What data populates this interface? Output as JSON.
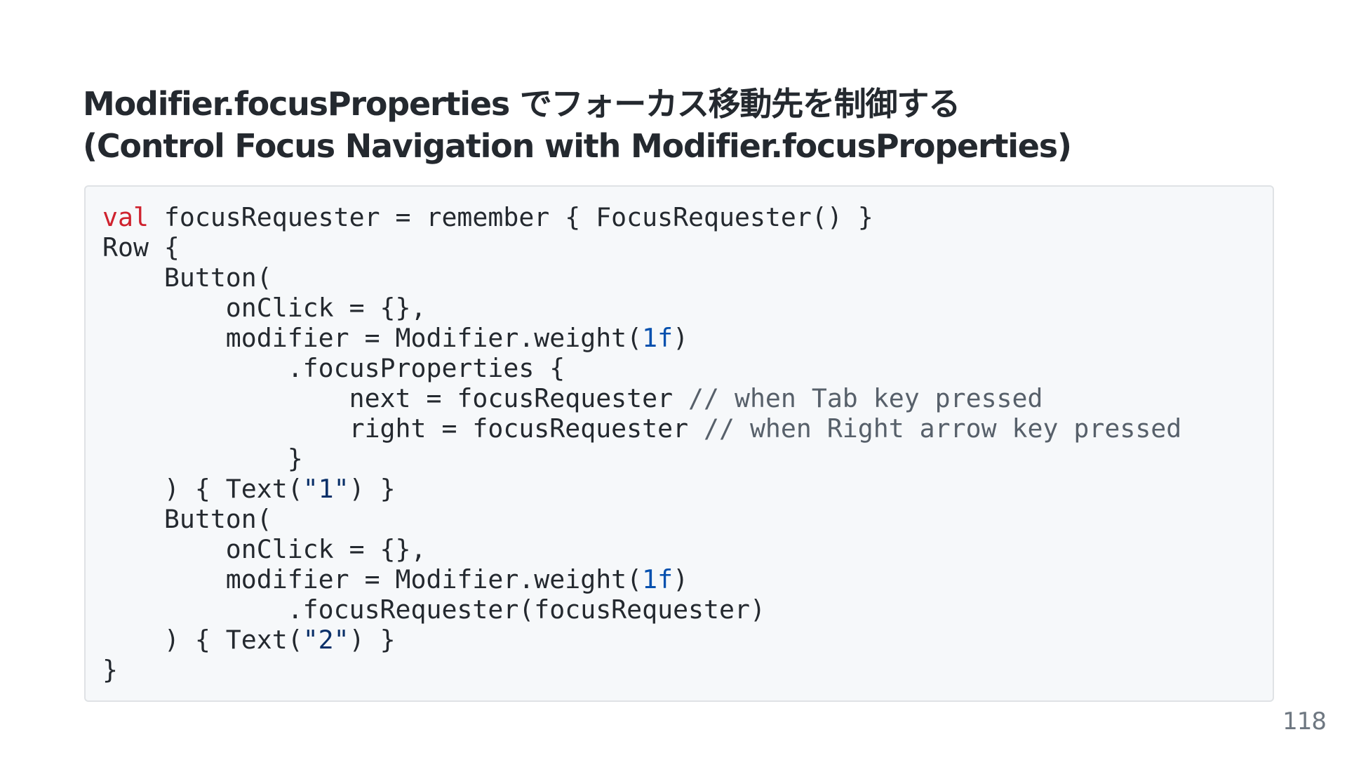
{
  "title": {
    "line1": "Modifier.focusProperties でフォーカス移動先を制御する",
    "line2": "(Control Focus Navigation with Modifier.focusProperties)"
  },
  "code": {
    "language": "kotlin",
    "lines": [
      [
        {
          "t": "keyword",
          "v": "val"
        },
        {
          "t": "plain",
          "v": " focusRequester = remember { FocusRequester() }"
        }
      ],
      [
        {
          "t": "plain",
          "v": "Row {"
        }
      ],
      [
        {
          "t": "plain",
          "v": "    Button("
        }
      ],
      [
        {
          "t": "plain",
          "v": "        onClick = {},"
        }
      ],
      [
        {
          "t": "plain",
          "v": "        modifier = Modifier.weight("
        },
        {
          "t": "number",
          "v": "1f"
        },
        {
          "t": "plain",
          "v": ")"
        }
      ],
      [
        {
          "t": "plain",
          "v": "            .focusProperties {"
        }
      ],
      [
        {
          "t": "plain",
          "v": "                next = focusRequester "
        },
        {
          "t": "comment",
          "v": "// when Tab key pressed"
        }
      ],
      [
        {
          "t": "plain",
          "v": "                right = focusRequester "
        },
        {
          "t": "comment",
          "v": "// when Right arrow key pressed"
        }
      ],
      [
        {
          "t": "plain",
          "v": "            }"
        }
      ],
      [
        {
          "t": "plain",
          "v": "    ) { Text("
        },
        {
          "t": "string",
          "v": "\"1\""
        },
        {
          "t": "plain",
          "v": ") }"
        }
      ],
      [
        {
          "t": "plain",
          "v": "    Button("
        }
      ],
      [
        {
          "t": "plain",
          "v": "        onClick = {},"
        }
      ],
      [
        {
          "t": "plain",
          "v": "        modifier = Modifier.weight("
        },
        {
          "t": "number",
          "v": "1f"
        },
        {
          "t": "plain",
          "v": ")"
        }
      ],
      [
        {
          "t": "plain",
          "v": "            .focusRequester(focusRequester)"
        }
      ],
      [
        {
          "t": "plain",
          "v": "    ) { Text("
        },
        {
          "t": "string",
          "v": "\"2\""
        },
        {
          "t": "plain",
          "v": ") }"
        }
      ],
      [
        {
          "t": "plain",
          "v": "}"
        }
      ]
    ]
  },
  "page_number": "118",
  "colors": {
    "keyword": "#cf222e",
    "number": "#0550ae",
    "string": "#0a3069",
    "comment": "#57606a",
    "code_background": "#f6f8fa"
  }
}
